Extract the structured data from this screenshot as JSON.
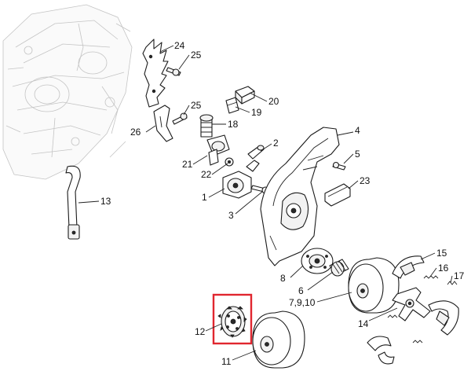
{
  "labels": {
    "p1": "1",
    "p2": "2",
    "p3": "3",
    "p4": "4",
    "p5": "5",
    "p6": "6",
    "p7910": "7,9,10",
    "p8": "8",
    "p11": "11",
    "p12": "12",
    "p13": "13",
    "p14": "14",
    "p15": "15",
    "p16": "16",
    "p17": "17",
    "p18": "18",
    "p19": "19",
    "p20": "20",
    "p21": "21",
    "p22": "22",
    "p23": "23",
    "p24": "24",
    "p25a": "25",
    "p25b": "25",
    "p26": "26"
  },
  "highlight_color": "#e0262f",
  "highlighted_part": "12"
}
